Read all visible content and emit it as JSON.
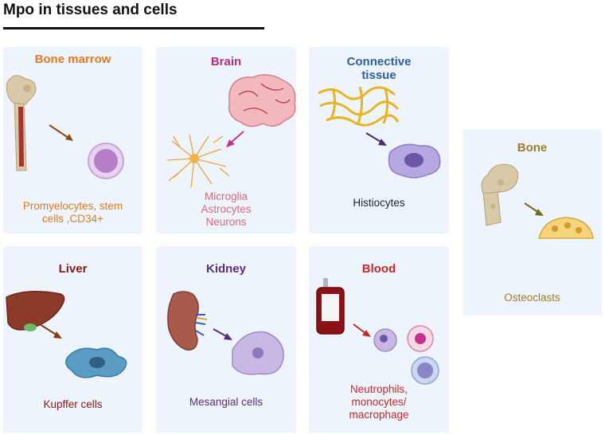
{
  "title": "Mpo in tissues and cells",
  "colors": {
    "panel_bg": "#eef4fc",
    "orange": "#e07b22",
    "magenta": "#b52c86",
    "blue": "#2d5fa2",
    "dark_red": "#8c1717",
    "purple": "#5a2d7e",
    "red": "#c62828",
    "gold": "#9e7b2c",
    "pink": "#d86a78"
  },
  "panels": {
    "bone_marrow": {
      "title": "Bone marrow",
      "label": [
        "Promyelocytes, stem",
        "cells ,CD34+"
      ],
      "icon": "bone-marrow-femur"
    },
    "brain": {
      "title": "Brain",
      "label": [
        "Microglia",
        "Astrocytes",
        "Neurons"
      ],
      "icon": "brain"
    },
    "connective_tissue": {
      "title": [
        "Connective",
        "tissue"
      ],
      "label": "Histiocytes",
      "icon": "collagen-fibers"
    },
    "bone": {
      "title": "Bone",
      "label": "Osteoclasts",
      "icon": "femur"
    },
    "liver": {
      "title": "Liver",
      "label": "Kupffer cells",
      "icon": "liver"
    },
    "kidney": {
      "title": "Kidney",
      "label": "Mesangial cells",
      "icon": "kidney"
    },
    "blood": {
      "title": "Blood",
      "label": [
        "Neutrophils,",
        "monocytes/",
        "macrophage"
      ],
      "icon": "blood-bag"
    }
  }
}
